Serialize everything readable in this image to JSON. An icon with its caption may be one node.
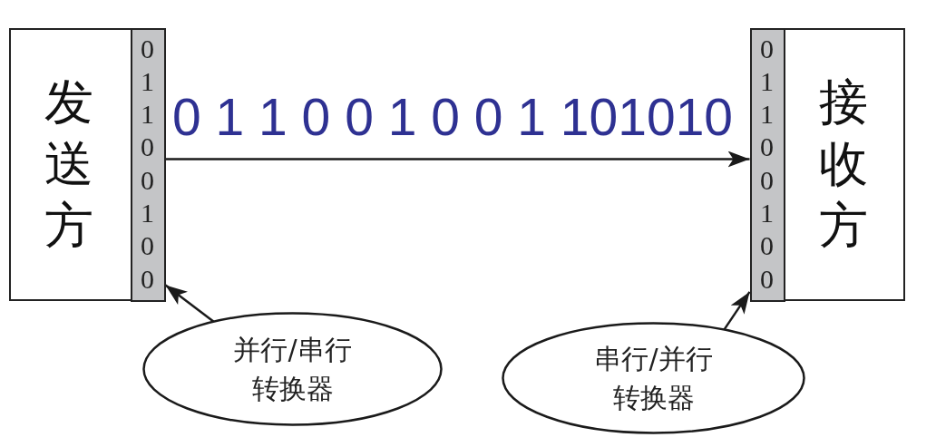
{
  "diagram": {
    "nodes": [
      {
        "text": [
          "发送方"
        ]
      },
      {
        "text": [
          "0 1 1 0 0 1 0 0"
        ],
        "in": 0
      },
      {
        "text": [
          "接收方"
        ]
      },
      {
        "text": [
          "0 1 1 0 0 1 0 0"
        ],
        "in": 2
      },
      {
        "text": [
          "并行/串行转换器"
        ]
      },
      {
        "text": [
          "串行/并行转换器"
        ]
      }
    ],
    "edges": [
      {
        "from": 1,
        "to": 3,
        "arrow": "to",
        "label": "0 1 1 0 0 1 0 0 1 101010"
      },
      {
        "from": 4,
        "to": 1,
        "arrow": "to"
      },
      {
        "from": 5,
        "to": 3,
        "arrow": "to"
      }
    ]
  }
}
